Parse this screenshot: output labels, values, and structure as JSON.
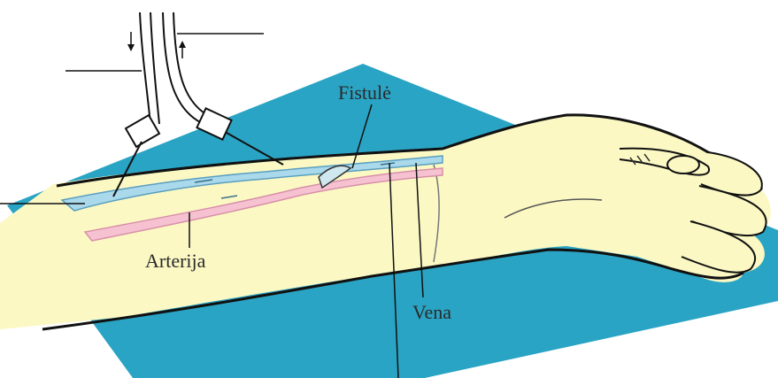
{
  "labels": {
    "fistule": "Fistulė",
    "arterija": "Arterija",
    "vena": "Vena"
  },
  "colors": {
    "background_diamond": "#2aa4c4",
    "arm_skin": "#fbf8c4",
    "vein": "#a9d9ea",
    "artery": "#f6c2d2",
    "outline": "#111111"
  },
  "icons": {
    "arrow_down": "down-arrow-icon",
    "arrow_up": "up-arrow-icon"
  }
}
